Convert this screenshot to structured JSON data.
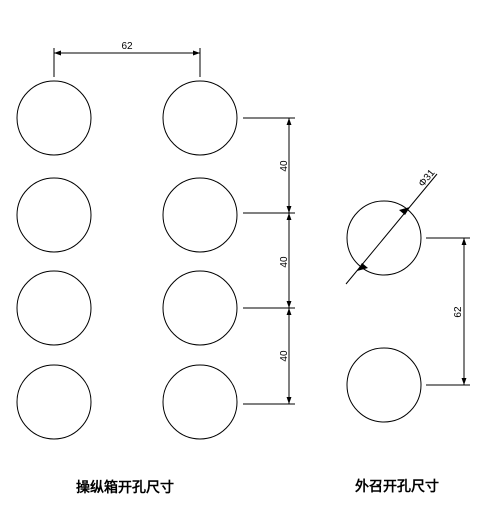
{
  "console_cutout": {
    "caption": "操纵箱开孔尺寸",
    "horizontal_spacing": "62",
    "vertical_spacings": [
      "40",
      "40",
      "40"
    ],
    "rows": 4,
    "columns": 2
  },
  "external_cutout": {
    "caption": "外召开孔尺寸",
    "diameter_label": "Φ31",
    "vertical_spacing": "62"
  }
}
